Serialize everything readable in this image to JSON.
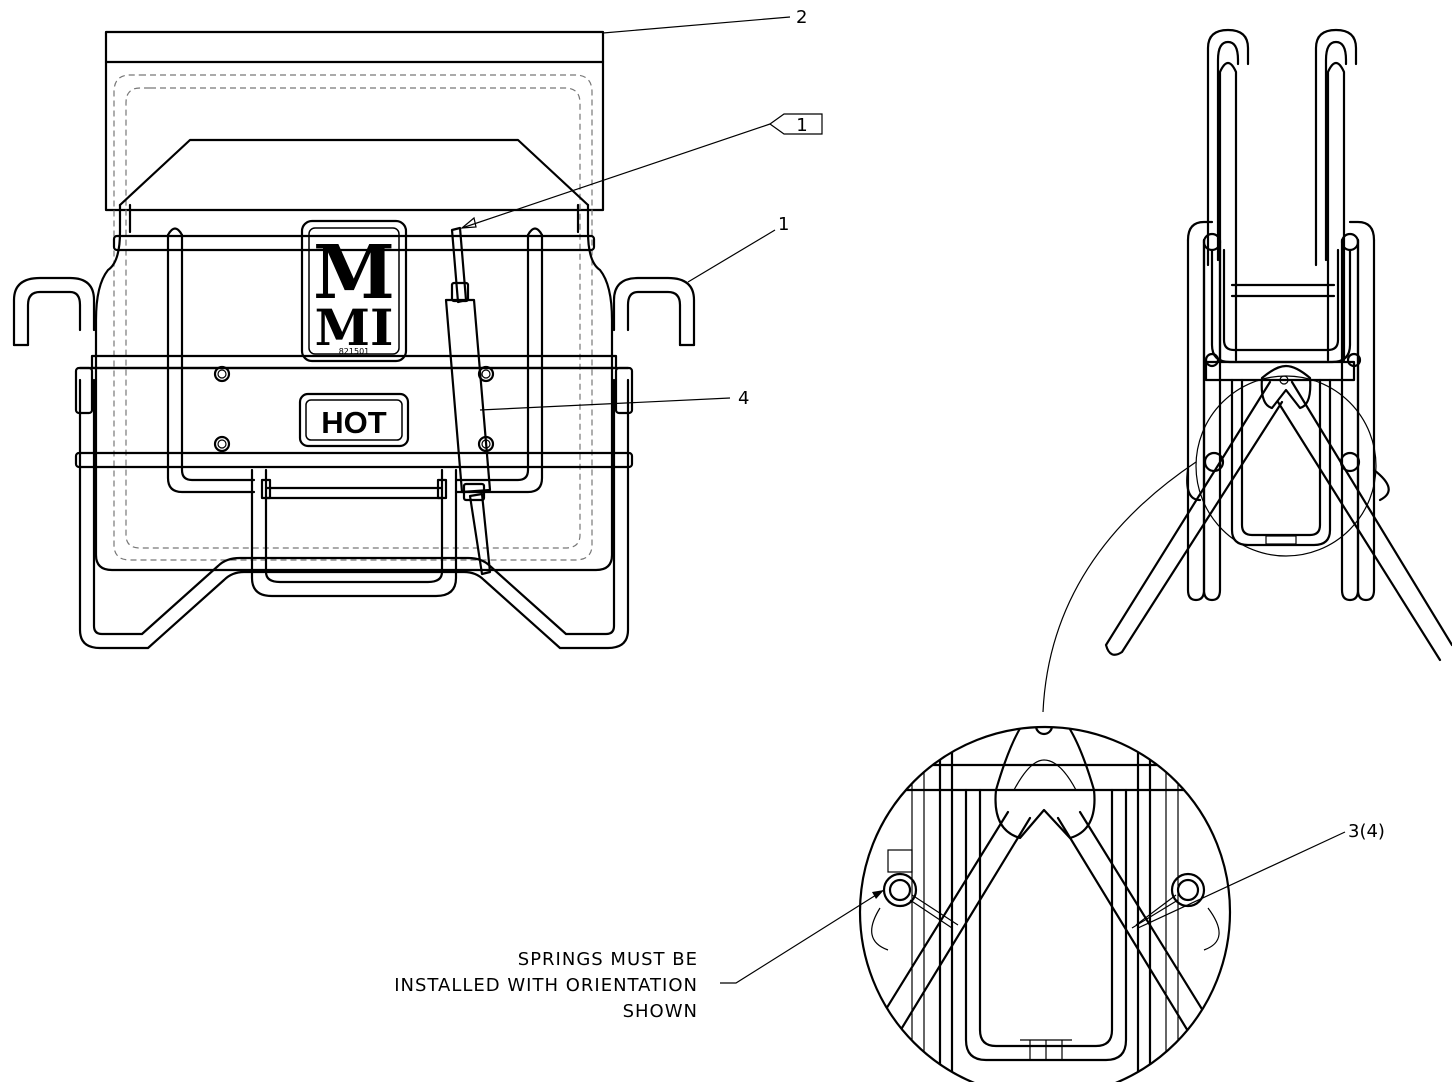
{
  "callouts": {
    "c1": "1",
    "c2": "2",
    "c4": "4",
    "c3": "3(4)",
    "tag1": "1"
  },
  "labels": {
    "logo_letter_top": "M",
    "logo_letter_bottom": "MI",
    "logo_part_number": "821501",
    "hot_label": "HOT"
  },
  "note": {
    "line1": "SPRINGS MUST BE",
    "line2": "INSTALLED WITH ORIENTATION",
    "line3": "SHOWN"
  }
}
